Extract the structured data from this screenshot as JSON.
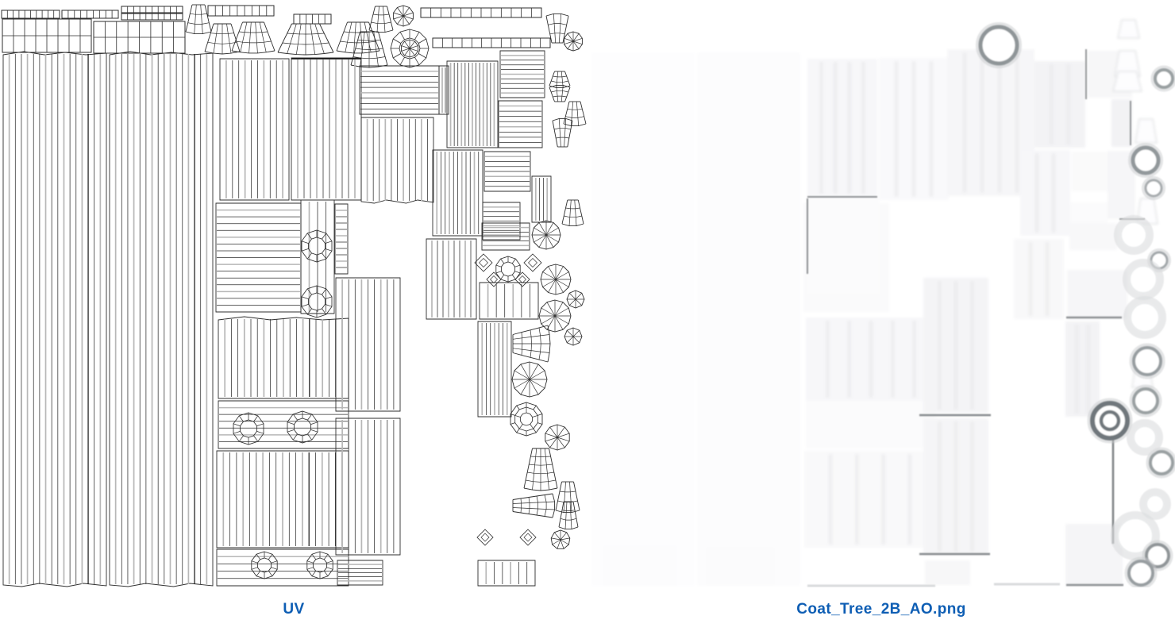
{
  "page": {
    "background": "#ffffff"
  },
  "captions": {
    "uv": "UV",
    "ao": "Coat_Tree_2B_AO.png",
    "color": "#0e5eb4"
  },
  "uv_map": {
    "stroke": "#2e2e2e",
    "gray_line": "#b7b7b7",
    "islands": [
      [
        "g",
        2,
        13,
        73,
        10,
        10,
        1
      ],
      [
        "g",
        78,
        13,
        71,
        10,
        9,
        1
      ],
      [
        "g",
        153,
        8,
        77,
        8,
        10,
        1
      ],
      [
        "g",
        153,
        17,
        77,
        8,
        10,
        1
      ],
      [
        "g",
        3,
        24,
        112,
        42,
        8,
        2
      ],
      [
        "g",
        118,
        27,
        115,
        40,
        8,
        2
      ],
      [
        "g",
        262,
        7,
        83,
        13,
        9,
        1
      ],
      [
        "g",
        370,
        18,
        47,
        12,
        6,
        1
      ],
      [
        "g",
        530,
        10,
        152,
        12,
        12,
        1
      ],
      [
        "g",
        545,
        48,
        148,
        12,
        12,
        1
      ],
      [
        "w",
        234,
        6,
        32,
        34,
        "d"
      ],
      [
        "w",
        258,
        30,
        44,
        35,
        "d"
      ],
      [
        "w",
        292,
        28,
        54,
        36,
        "d"
      ],
      [
        "w",
        350,
        30,
        70,
        36,
        "d"
      ],
      [
        "w",
        424,
        28,
        54,
        36,
        "d"
      ],
      [
        "w",
        465,
        8,
        30,
        30,
        "d"
      ],
      [
        "w",
        442,
        40,
        46,
        42,
        "d"
      ],
      [
        "d",
        508,
        20,
        13,
        10
      ],
      [
        "r",
        516,
        61,
        24,
        13,
        12
      ],
      [
        "d",
        516,
        61,
        11,
        10
      ],
      [
        "v",
        4,
        66,
        130,
        672,
        17,
        "tb"
      ],
      [
        "v",
        138,
        66,
        130,
        672,
        17,
        "tb"
      ],
      [
        "v",
        277,
        74,
        87,
        178,
        11,
        ""
      ],
      [
        "v",
        367,
        73,
        88,
        179,
        11,
        "T"
      ],
      [
        "h",
        272,
        256,
        107,
        137,
        16
      ],
      [
        "v",
        379,
        252,
        42,
        143,
        4,
        ""
      ],
      [
        "r",
        399,
        310,
        20,
        11,
        10
      ],
      [
        "r",
        399,
        380,
        20,
        11,
        10
      ],
      [
        "h",
        422,
        257,
        16,
        88,
        11
      ],
      [
        "v",
        275,
        400,
        164,
        102,
        20,
        "t"
      ],
      [
        "h",
        275,
        505,
        164,
        60,
        7
      ],
      [
        "r",
        313,
        540,
        20,
        11,
        10
      ],
      [
        "r",
        381,
        538,
        20,
        11,
        10
      ],
      [
        "v",
        273,
        568,
        166,
        122,
        20,
        ""
      ],
      [
        "h",
        273,
        692,
        166,
        46,
        5
      ],
      [
        "r",
        333,
        712,
        17,
        9,
        10
      ],
      [
        "r",
        403,
        712,
        17,
        9,
        10
      ],
      [
        "v",
        423,
        350,
        81,
        168,
        10,
        ""
      ],
      [
        "v",
        423,
        527,
        81,
        172,
        10,
        ""
      ],
      [
        "h",
        425,
        706,
        57,
        31,
        6
      ],
      [
        "h",
        453,
        83,
        100,
        61,
        9
      ],
      [
        "v",
        553,
        83,
        12,
        61,
        3,
        ""
      ],
      [
        "v",
        455,
        148,
        91,
        107,
        12,
        "b"
      ],
      [
        "v",
        563,
        77,
        64,
        109,
        14,
        ""
      ],
      [
        "v",
        545,
        189,
        63,
        108,
        12,
        ""
      ],
      [
        "h",
        630,
        64,
        56,
        59,
        10
      ],
      [
        "h",
        628,
        127,
        55,
        59,
        9
      ],
      [
        "h",
        610,
        191,
        58,
        50,
        8
      ],
      [
        "h",
        608,
        255,
        47,
        47,
        8
      ],
      [
        "v",
        537,
        301,
        63,
        101,
        9,
        ""
      ],
      [
        "h",
        607,
        281,
        60,
        34,
        6
      ],
      [
        "r",
        640,
        339,
        16,
        9,
        10
      ],
      [
        "dm",
        609,
        331,
        11
      ],
      [
        "dm",
        671,
        331,
        11
      ],
      [
        "dm",
        622,
        352,
        9
      ],
      [
        "dm",
        658,
        352,
        9
      ],
      [
        "v",
        604,
        356,
        74,
        46,
        7,
        ""
      ],
      [
        "v",
        602,
        405,
        42,
        120,
        8,
        ""
      ],
      [
        "w",
        646,
        410,
        44,
        46,
        "r"
      ],
      [
        "d",
        667,
        478,
        22,
        12
      ],
      [
        "w",
        688,
        20,
        28,
        34,
        "u"
      ],
      [
        "d",
        722,
        52,
        12,
        10
      ],
      [
        "w",
        692,
        90,
        26,
        18,
        "d"
      ],
      [
        "w",
        692,
        110,
        26,
        18,
        "u"
      ],
      [
        "r",
        726,
        103,
        11,
        8
      ],
      [
        "w",
        710,
        128,
        28,
        28,
        "d"
      ],
      [
        "w",
        696,
        152,
        25,
        33,
        "u"
      ],
      [
        "r",
        702,
        200,
        17,
        10
      ],
      [
        "v",
        670,
        222,
        24,
        58,
        5,
        ""
      ],
      [
        "r",
        705,
        239,
        12,
        8
      ],
      [
        "w",
        708,
        252,
        27,
        30,
        "d"
      ],
      [
        "d",
        688,
        296,
        18,
        12
      ],
      [
        "r",
        727,
        330,
        11,
        8
      ],
      [
        "d",
        700,
        352,
        19,
        12
      ],
      [
        "d",
        725,
        377,
        11,
        8
      ],
      [
        "d",
        699,
        398,
        20,
        12
      ],
      [
        "d",
        722,
        424,
        11,
        8
      ],
      [
        "r",
        704,
        455,
        15,
        9
      ],
      [
        "r",
        722,
        481,
        11,
        8
      ],
      [
        "r",
        701,
        506,
        15,
        8
      ],
      [
        "r2",
        663,
        528,
        21,
        15,
        8,
        10
      ],
      [
        "d",
        702,
        551,
        16,
        10
      ],
      [
        "r",
        722,
        585,
        10,
        8
      ],
      [
        "w",
        660,
        565,
        42,
        50,
        "d"
      ],
      [
        "w",
        700,
        607,
        30,
        36,
        "d"
      ],
      [
        "w",
        646,
        622,
        50,
        30,
        "r"
      ],
      [
        "w",
        704,
        632,
        24,
        32,
        "d"
      ],
      [
        "r",
        638,
        688,
        18,
        10
      ],
      [
        "dm",
        611,
        677,
        10
      ],
      [
        "dm",
        665,
        677,
        10
      ],
      [
        "v",
        602,
        706,
        72,
        32,
        7,
        ""
      ],
      [
        "d",
        706,
        680,
        12,
        9
      ],
      [
        "r",
        722,
        702,
        10,
        8
      ],
      [
        "r",
        694,
        722,
        14,
        9
      ]
    ]
  },
  "ao_map": {
    "bg": "#ffffff",
    "bands_color": "#e8e8ea",
    "washes": [
      [
        5,
        66,
        130,
        672,
        "#fdfdfe",
        0
      ],
      [
        138,
        66,
        130,
        672,
        "#fcfcfd",
        0
      ],
      [
        277,
        74,
        88,
        174,
        "#f7f7f9",
        5
      ],
      [
        367,
        73,
        88,
        179,
        "#f9f9fb",
        4
      ],
      [
        272,
        256,
        108,
        137,
        "#fafafb",
        0
      ],
      [
        277,
        250,
        90,
        120,
        "#fbfbfc",
        0
      ],
      [
        275,
        400,
        164,
        105,
        "#f7f7f9",
        6
      ],
      [
        275,
        505,
        164,
        60,
        "#fbfbfc",
        0
      ],
      [
        273,
        568,
        166,
        122,
        "#f9f9fa",
        5
      ],
      [
        423,
        350,
        82,
        170,
        "#f4f4f6",
        4
      ],
      [
        423,
        527,
        82,
        172,
        "#f5f5f7",
        4
      ],
      [
        453,
        62,
        110,
        185,
        "#f6f6f8",
        5
      ],
      [
        563,
        77,
        64,
        109,
        "#f3f3f5",
        3
      ],
      [
        630,
        64,
        56,
        59,
        "#f7f7f8",
        0
      ],
      [
        545,
        189,
        63,
        108,
        "#f7f7f9",
        3
      ],
      [
        610,
        191,
        58,
        50,
        "#fafafa",
        0
      ],
      [
        608,
        255,
        47,
        47,
        "#fbfbfc",
        0
      ],
      [
        607,
        281,
        60,
        34,
        "#f8f8f9",
        0
      ],
      [
        537,
        301,
        63,
        101,
        "#f8f8f9",
        3
      ],
      [
        604,
        340,
        76,
        62,
        "#f6f6f8",
        0
      ],
      [
        602,
        405,
        43,
        120,
        "#f3f3f5",
        3
      ],
      [
        602,
        660,
        72,
        78,
        "#f5f5f7",
        0
      ],
      [
        660,
        125,
        26,
        60,
        "#f2f2f4",
        0
      ],
      [
        655,
        190,
        35,
        86,
        "#f6f6f8",
        0
      ],
      [
        20,
        688,
        92,
        50,
        "#fcfcfd",
        0
      ],
      [
        150,
        690,
        85,
        48,
        "#fbfbfc",
        0
      ],
      [
        425,
        706,
        57,
        31,
        "#f7f7f8",
        0
      ]
    ],
    "lines": [
      [
        277,
        248,
        365,
        248,
        "#8d9093",
        2
      ],
      [
        277,
        250,
        277,
        345,
        "#8d9093",
        2
      ],
      [
        418,
        523,
        508,
        523,
        "#85898c",
        2.5
      ],
      [
        418,
        698,
        507,
        698,
        "#85898c",
        2.5
      ],
      [
        603,
        400,
        673,
        400,
        "#8d9093",
        2.5
      ],
      [
        662,
        553,
        662,
        685,
        "#7d8184",
        2.5
      ],
      [
        603,
        737,
        675,
        737,
        "#8d9093",
        2.5
      ],
      [
        628,
        62,
        628,
        125,
        "#94979a",
        2
      ],
      [
        684,
        127,
        684,
        183,
        "#94979a",
        2
      ],
      [
        670,
        276,
        702,
        276,
        "#94979a",
        2
      ],
      [
        277,
        738,
        438,
        738,
        "#d8dadc",
        3
      ],
      [
        512,
        736,
        595,
        736,
        "#d8dadc",
        3
      ]
    ],
    "circles": [
      [
        518,
        57,
        23,
        "ring",
        5,
        "#8f9598"
      ],
      [
        726,
        99,
        11,
        "ring",
        4,
        "#9aa0a2"
      ],
      [
        703,
        202,
        16,
        "ring",
        5,
        "#92989b"
      ],
      [
        713,
        237,
        10,
        "ring",
        3,
        "#a7acae"
      ],
      [
        688,
        296,
        16,
        "glow",
        0,
        ""
      ],
      [
        720,
        328,
        10,
        "ring",
        3,
        "#a2a7aa"
      ],
      [
        700,
        352,
        17,
        "glow",
        0,
        ""
      ],
      [
        702,
        400,
        18,
        "glow",
        0,
        ""
      ],
      [
        705,
        455,
        17,
        "ring",
        4,
        "#979da0"
      ],
      [
        703,
        505,
        15,
        "ring",
        4,
        "#9aa0a2"
      ],
      [
        658,
        530,
        22,
        "ring2",
        6,
        "#70777b"
      ],
      [
        723,
        583,
        14,
        "ring",
        4,
        "#9aa0a2"
      ],
      [
        702,
        551,
        14,
        "glow",
        0,
        ""
      ],
      [
        715,
        635,
        11,
        "glow",
        0,
        ""
      ],
      [
        690,
        675,
        22,
        "glow",
        0,
        ""
      ],
      [
        718,
        700,
        14,
        "ring",
        4,
        "#909598"
      ],
      [
        697,
        722,
        15,
        "ring",
        4,
        "#979da0"
      ]
    ],
    "shapes": [
      [
        668,
        25,
        27,
        23
      ],
      [
        664,
        64,
        32,
        32
      ],
      [
        662,
        90,
        36,
        25
      ],
      [
        690,
        150,
        27,
        30
      ],
      [
        692,
        250,
        26,
        32
      ],
      [
        686,
        458,
        26,
        30
      ]
    ]
  }
}
